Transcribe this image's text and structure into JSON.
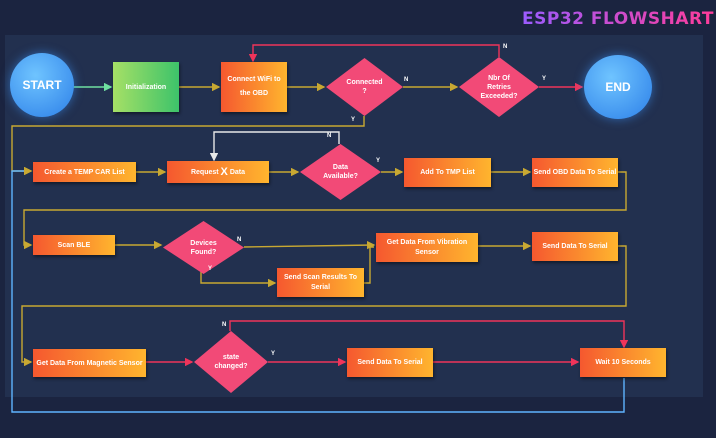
{
  "title": "ESP32 FLOWSHART",
  "nodes": {
    "start": "START",
    "end": "END",
    "init": "Initialization",
    "connect_line1": "Connect WiFi to",
    "connect_line2": "the OBD",
    "connected": "Connected\n?",
    "retries": "Nbr Of\nRetries\nExceeded?",
    "create_list": "Create a TEMP CAR List",
    "request_pre": "Request",
    "request_x": "X",
    "request_post": "Data",
    "data_available": "Data\nAvailable?",
    "add_list": "Add To TMP List",
    "send_obd": "Send OBD Data To Serial",
    "scan_ble": "Scan BLE",
    "devices_found": "Devices\nFound?",
    "send_scan_line1": "Send Scan Results To",
    "send_scan_line2": "Serial",
    "vibration_line1": "Get Data From Vibration",
    "vibration_line2": "Sensor",
    "send_data_1": "Send Data To Serial",
    "magnetic": "Get Data From Magnetic Sensor",
    "state_changed": "state\nchanged?",
    "send_data_2": "Send Data To Serial",
    "wait": "Wait 10 Seconds"
  },
  "edge_labels": {
    "connected_no": "N",
    "connected_yes": "Y",
    "retries_no": "N",
    "retries_yes": "Y",
    "data_no": "N",
    "data_yes": "Y",
    "devices_no": "N",
    "devices_yes": "Y",
    "state_no": "N",
    "state_yes": "Y"
  },
  "colors": {
    "flow": "#c8a832",
    "green": "#6fe0a0",
    "red": "#f0345a",
    "blue": "#5fb4ff",
    "diamond": "#f24a77"
  }
}
